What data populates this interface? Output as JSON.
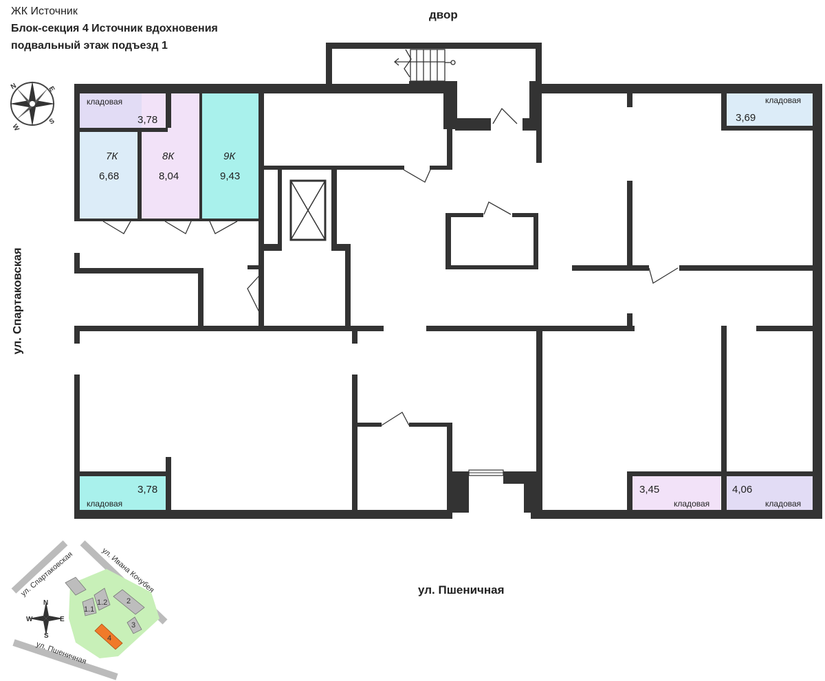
{
  "header": {
    "complex": "ЖК Источник",
    "section": "Блок-секция 4 Источник вдохновения",
    "floor": "подвальный этаж   подъезд 1"
  },
  "streets": {
    "courtyard": "двор",
    "bottom": "ул. Пшеничная",
    "left": "ул. Спартаковская"
  },
  "colors": {
    "wall": "#333333",
    "storage_purple": "#e2dcf5",
    "storage_pink": "#f2e2f8",
    "storage_blue": "#dcecf8",
    "storage_cyan": "#a9f1ec",
    "highlight_orange": "#f07a2a",
    "map_green": "#c8f0b8"
  },
  "storage_rooms": [
    {
      "label": "кладовая",
      "area": "3,78"
    },
    {
      "label": "кладовая",
      "area": "3,69"
    },
    {
      "label": "кладовая",
      "area": "3,78"
    },
    {
      "label": "кладовая",
      "area": "3,45"
    },
    {
      "label": "кладовая",
      "area": "4,06"
    }
  ],
  "units": [
    {
      "code": "7К",
      "area": "6,68"
    },
    {
      "code": "8К",
      "area": "8,04"
    },
    {
      "code": "9К",
      "area": "9,43"
    }
  ],
  "compass": {
    "n": "N",
    "e": "E",
    "s": "S",
    "w": "W"
  },
  "minimap": {
    "street_spartakovskaya": "ул. Спартаковская",
    "street_ivana": "ул. Ивана Кочубея",
    "street_pshenichnaya": "ул. Пшеничная",
    "building_labels": [
      "1.1",
      "1.2",
      "2",
      "3",
      "4"
    ]
  }
}
